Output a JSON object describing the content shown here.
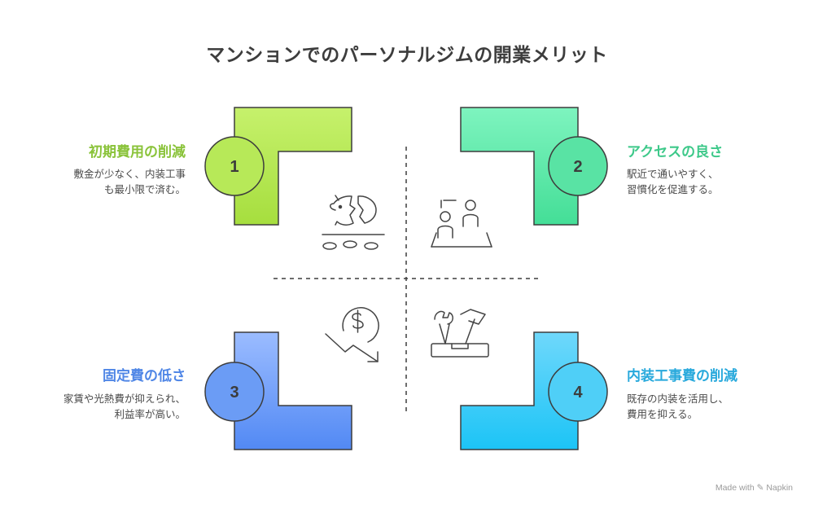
{
  "title": "マンションでのパーソナルジムの開業メリット",
  "quadrants": [
    {
      "number": "1",
      "title": "初期費用の削減",
      "desc": "敷金が少なく、内装工事\nも最小限で済む。",
      "color": "#8ac33a",
      "grad_top": "#c6f16c",
      "grad_bottom": "#a6de3e",
      "icon": "broken-piggy-bank-icon"
    },
    {
      "number": "2",
      "title": "アクセスの良さ",
      "desc": "駅近で通いやすく、\n習慣化を促進する。",
      "color": "#3ec98a",
      "grad_top": "#7ef4bf",
      "grad_bottom": "#44de97",
      "icon": "two-people-icon"
    },
    {
      "number": "3",
      "title": "固定費の低さ",
      "desc": "家賃や光熱費が抑えられ、\n利益率が高い。",
      "color": "#4f86e6",
      "grad_top": "#9bbcff",
      "grad_bottom": "#5289f4",
      "icon": "dollar-down-trend-icon"
    },
    {
      "number": "4",
      "title": "内装工事費の削減",
      "desc": "既存の内装を活用し、\n費用を抑える。",
      "color": "#28a9dc",
      "grad_top": "#6fd8fb",
      "grad_bottom": "#1cc4f6",
      "icon": "toolbox-icon"
    }
  ],
  "credit": "Made with ✎ Napkin"
}
